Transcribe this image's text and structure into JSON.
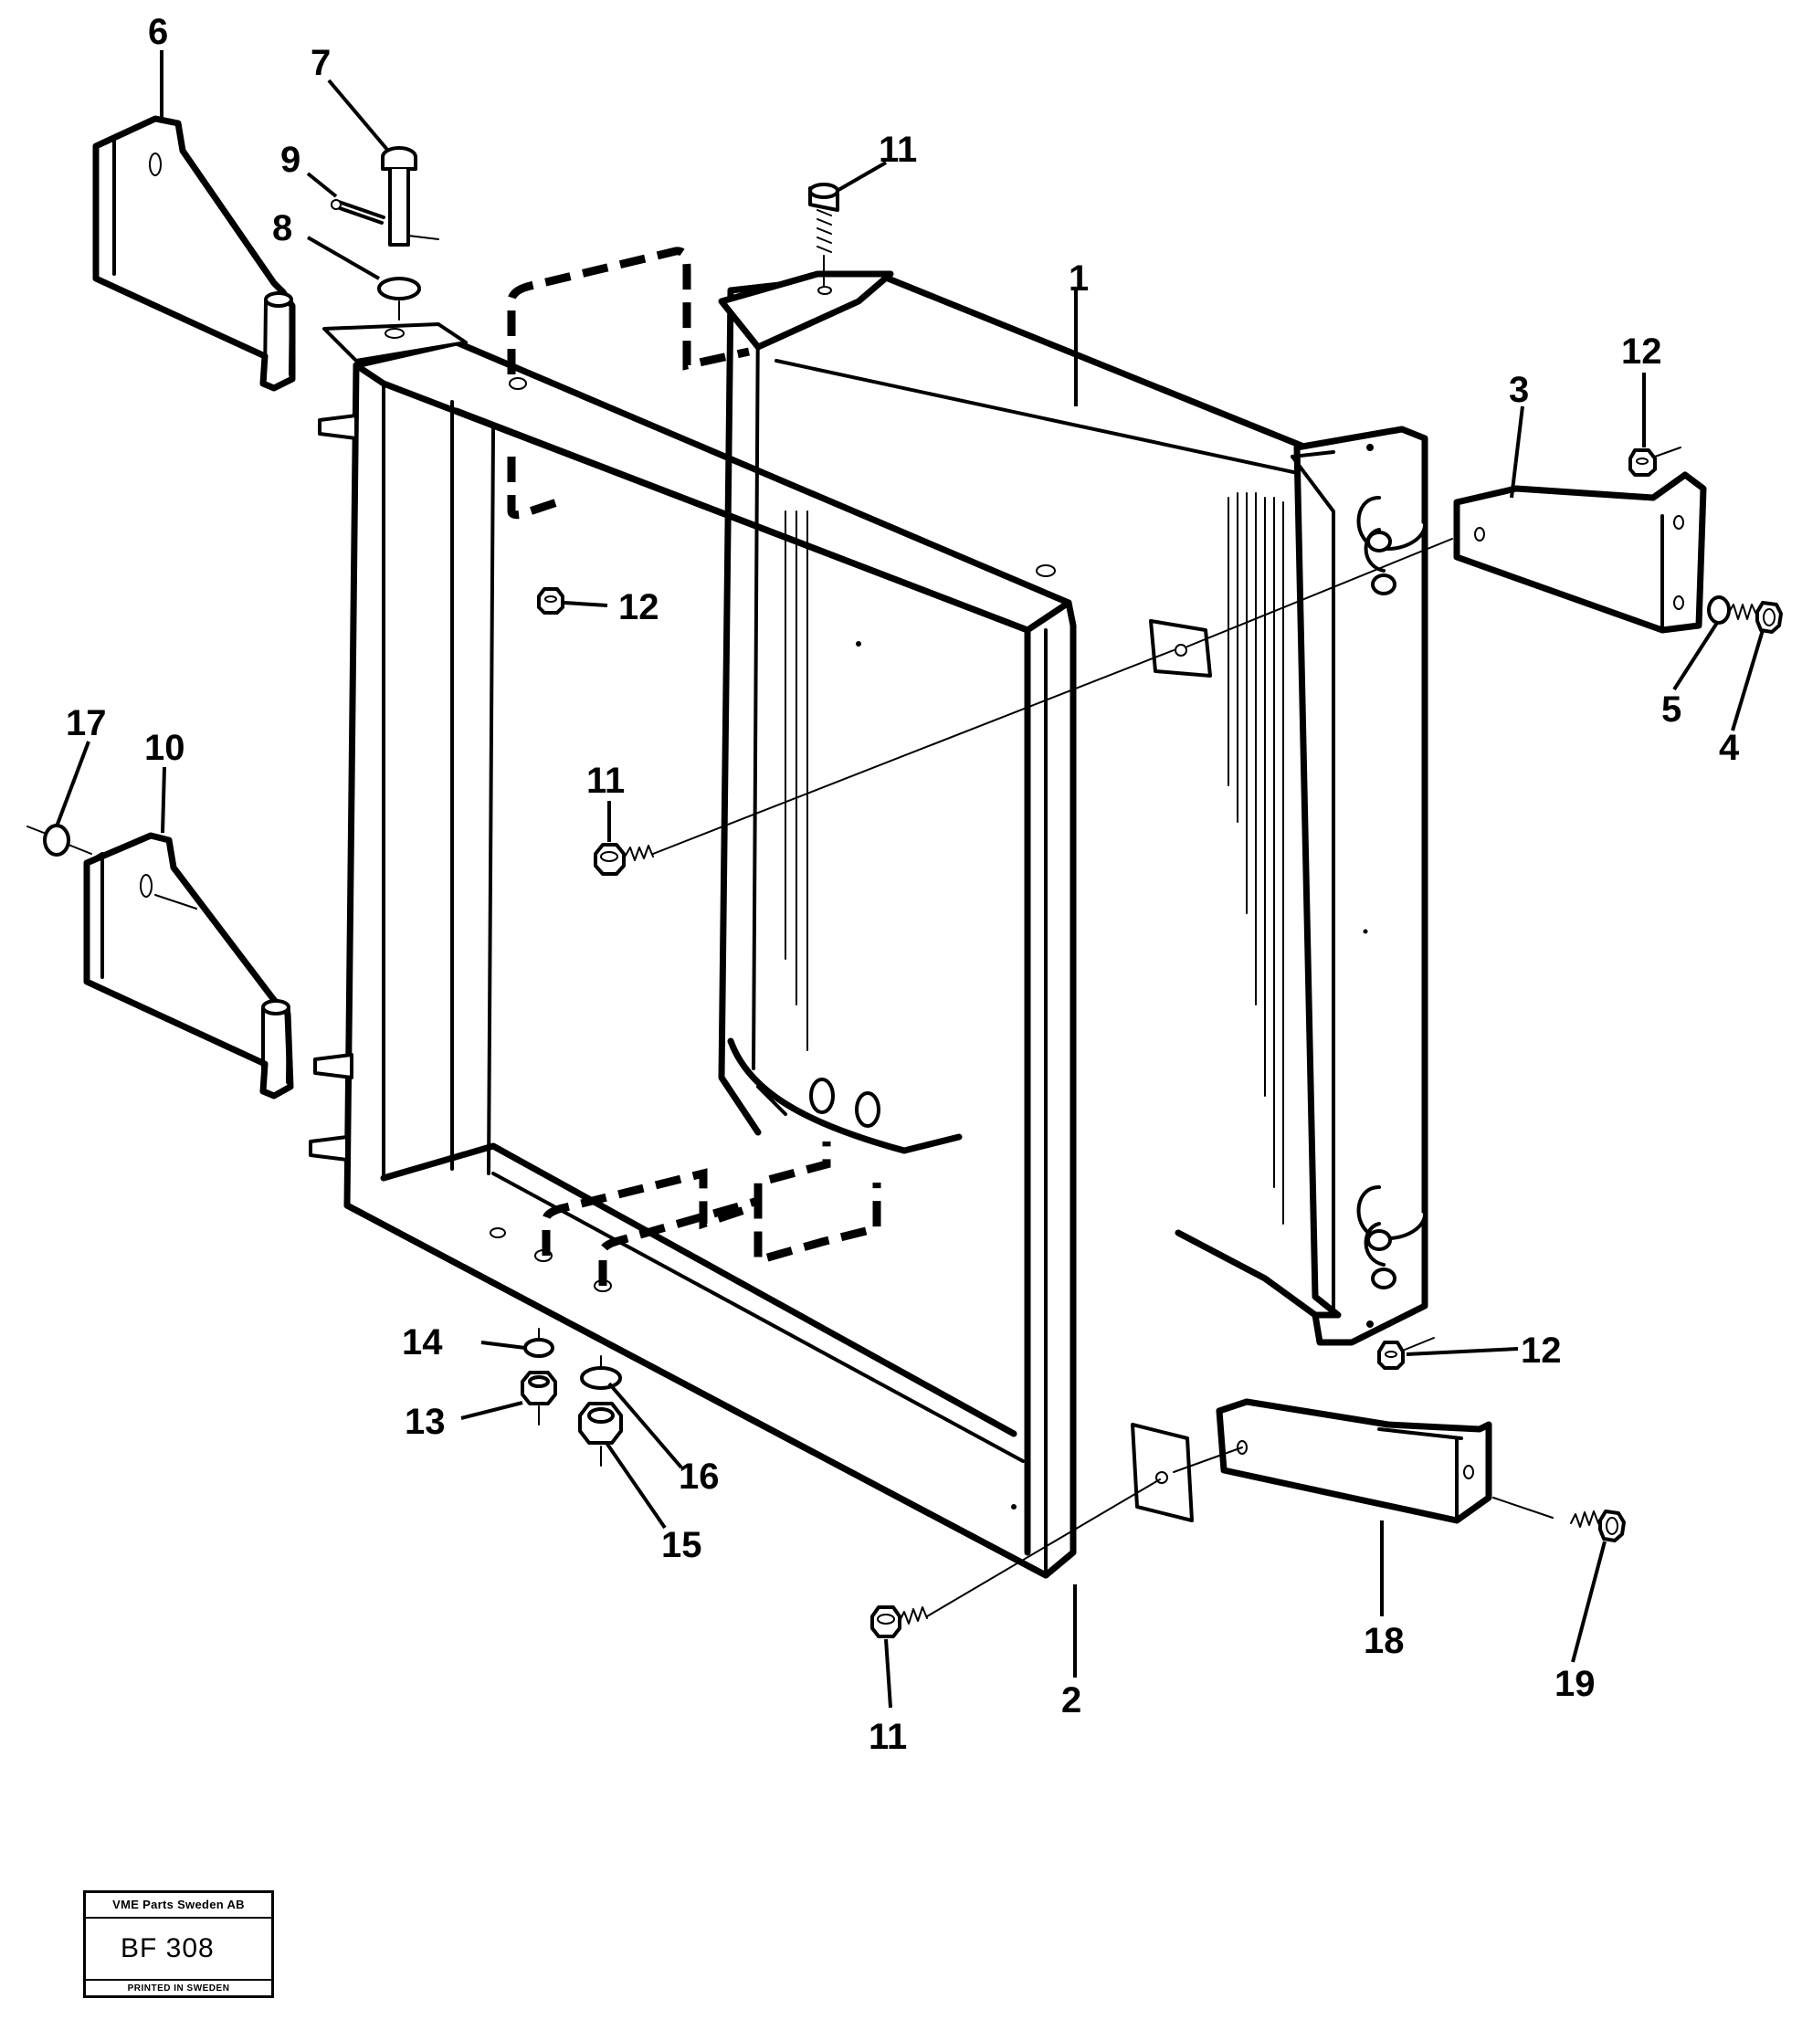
{
  "callouts": {
    "c1": "1",
    "c2": "2",
    "c3": "3",
    "c4": "4",
    "c5": "5",
    "c6": "6",
    "c7": "7",
    "c8": "8",
    "c9": "9",
    "c10": "10",
    "c11_top": "11",
    "c11_mid": "11",
    "c11_bottom": "11",
    "c12_mid": "12",
    "c12_top_right": "12",
    "c12_bottom_right": "12",
    "c13": "13",
    "c14": "14",
    "c15": "15",
    "c16": "16",
    "c17": "17",
    "c18": "18",
    "c19": "19"
  },
  "stamp": {
    "company": "VME Parts Sweden AB",
    "code": "BF 308",
    "printed": "PRINTED IN SWEDEN"
  }
}
